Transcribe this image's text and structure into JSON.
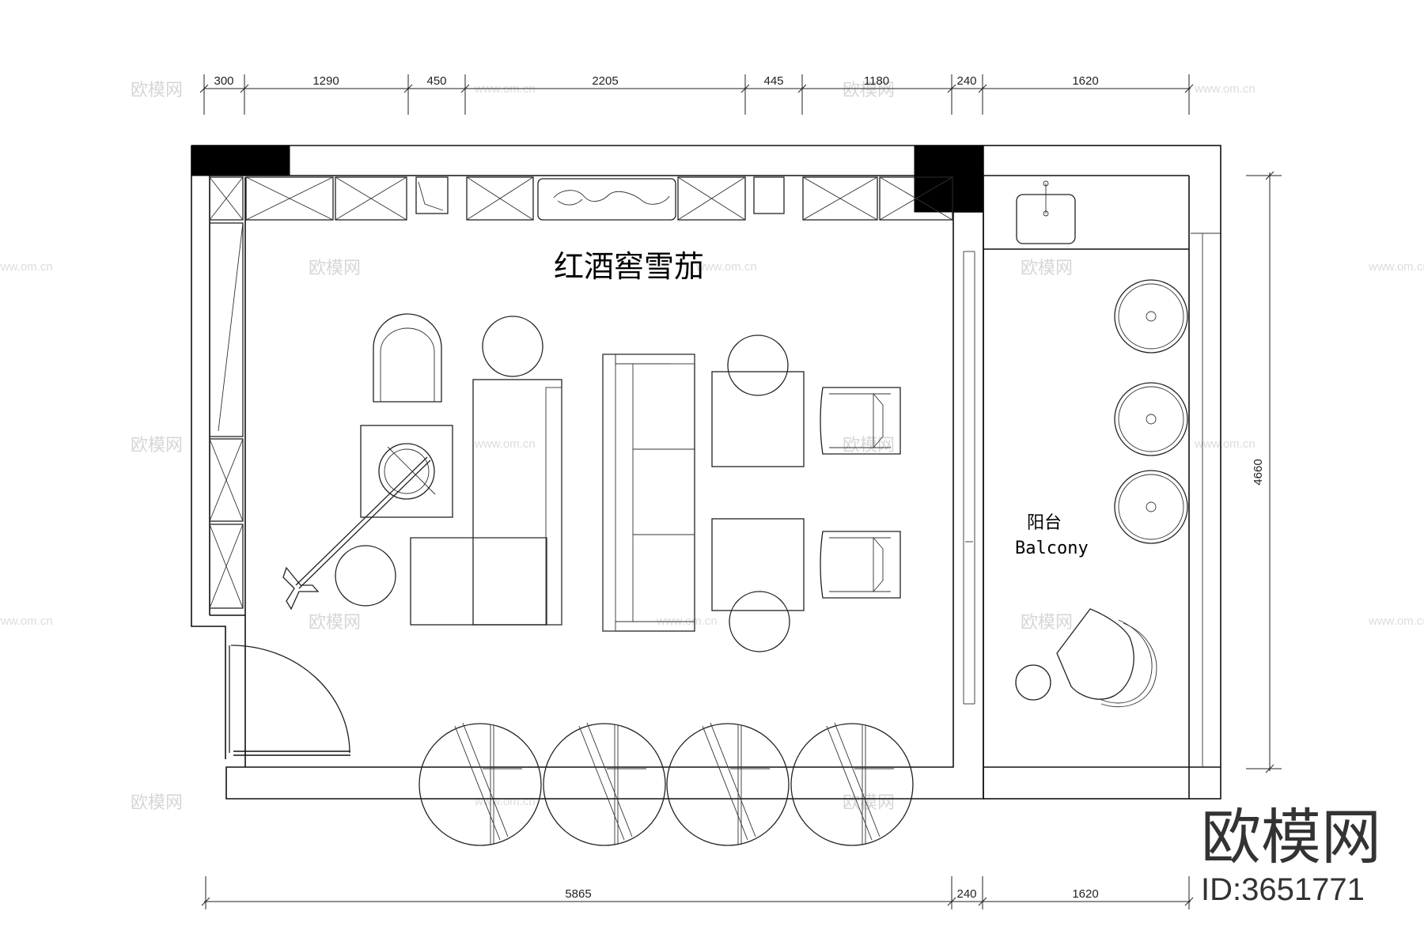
{
  "dimensions": {
    "top": [
      "300",
      "1290",
      "450",
      "2205",
      "445",
      "1180",
      "240",
      "1620"
    ],
    "bottom": [
      "5865",
      "240",
      "1620"
    ],
    "right": "4660"
  },
  "labels": {
    "room_title": "红酒窖雪茄",
    "balcony_cn": "阳台",
    "balcony_en": "Balcony"
  },
  "watermark": {
    "brand": "欧模网",
    "site": "www.om.cn"
  },
  "logo": {
    "brand": "欧模网",
    "id": "ID:3651771"
  }
}
